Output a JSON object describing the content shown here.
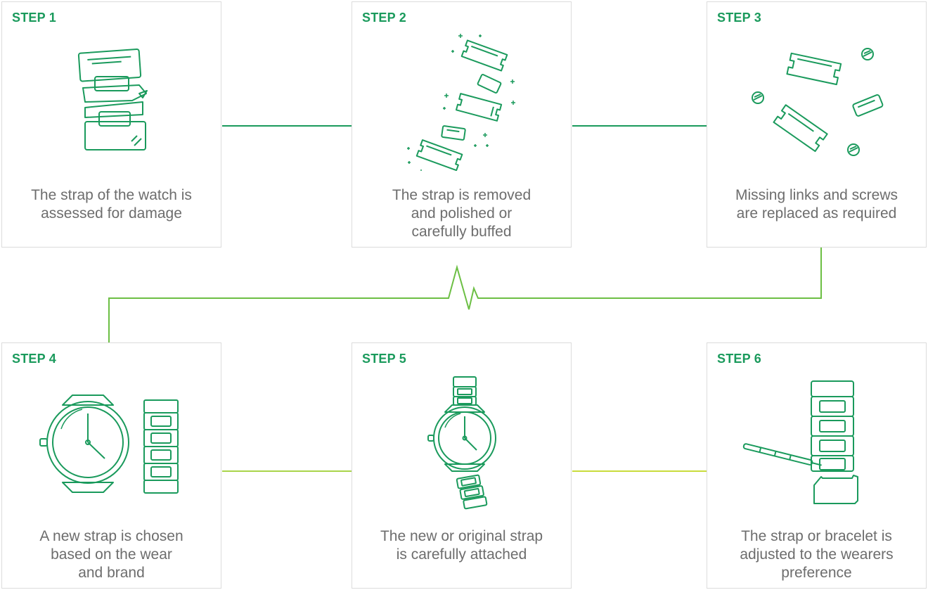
{
  "colors": {
    "accent": "#1a9a5c",
    "icon_stroke": "#1a9a5c",
    "connector_top": "#1a9a5c",
    "connector_mid": "#6cbf44",
    "connector_bottom": "#b8d83a",
    "card_border": "#dcdcdc",
    "text": "#6d6d6d"
  },
  "steps": [
    {
      "label": "STEP 1",
      "icon": "damaged-bracelet-icon",
      "text": "The strap of the watch is\nassessed for damage"
    },
    {
      "label": "STEP 2",
      "icon": "polished-links-icon",
      "text": "The strap is removed\nand polished or\ncarefully buffed"
    },
    {
      "label": "STEP 3",
      "icon": "links-and-screws-icon",
      "text": "Missing links and screws\nare replaced as required"
    },
    {
      "label": "STEP 4",
      "icon": "watch-and-strap-icon",
      "text": "A new strap is chosen\nbased on the wear\nand brand"
    },
    {
      "label": "STEP 5",
      "icon": "watch-attached-strap-icon",
      "text": "The new or original strap\nis carefully attached"
    },
    {
      "label": "STEP 6",
      "icon": "bracelet-tool-icon",
      "text": "The strap or bracelet is\nadjusted to the wearers\npreference"
    }
  ]
}
